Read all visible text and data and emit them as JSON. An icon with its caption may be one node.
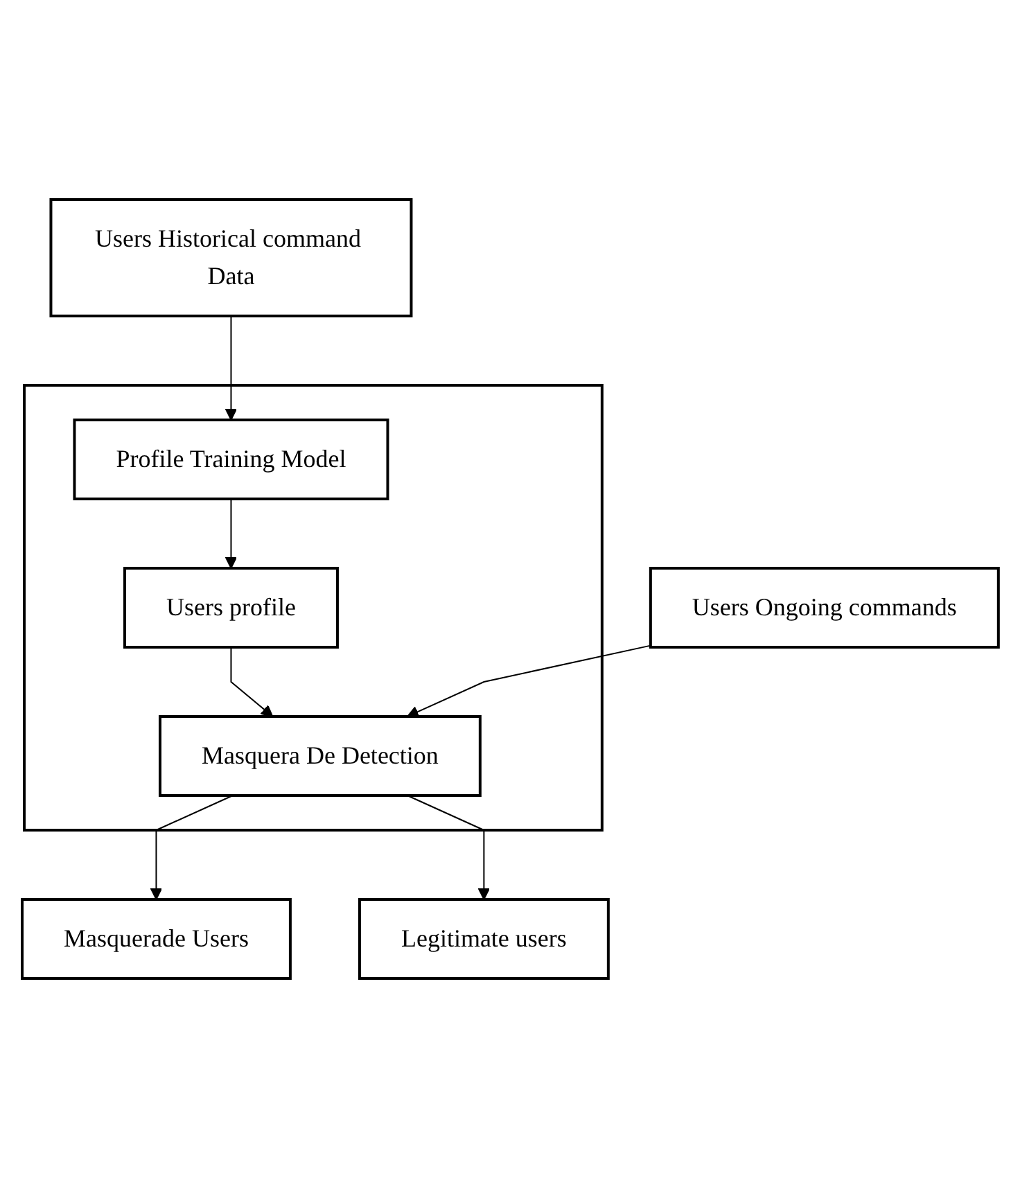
{
  "diagram": {
    "nodes": [
      {
        "text": [],
        "shape": "box"
      },
      {
        "text": [
          "Users Historical command Data"
        ]
      },
      {
        "text": [
          "Profile Training Model"
        ],
        "in": 0
      },
      {
        "text": [
          "Users profile"
        ],
        "in": 0
      },
      {
        "text": [
          "Users Ongoing commands"
        ]
      },
      {
        "text": [
          "Masquera De Detection"
        ],
        "in": 0
      },
      {
        "text": [
          "Masquerade Users"
        ]
      },
      {
        "text": [
          "Legitimate users"
        ]
      }
    ],
    "edges": [
      {
        "from": 1,
        "to": 2,
        "arrow": "to"
      },
      {
        "from": 2,
        "to": 3,
        "arrow": "to"
      },
      {
        "from": 3,
        "to": 5,
        "arrow": "to"
      },
      {
        "from": 4,
        "to": 5,
        "arrow": "to"
      },
      {
        "from": 5,
        "to": 6,
        "arrow": "to"
      },
      {
        "from": 5,
        "to": 7,
        "arrow": "to"
      }
    ]
  }
}
